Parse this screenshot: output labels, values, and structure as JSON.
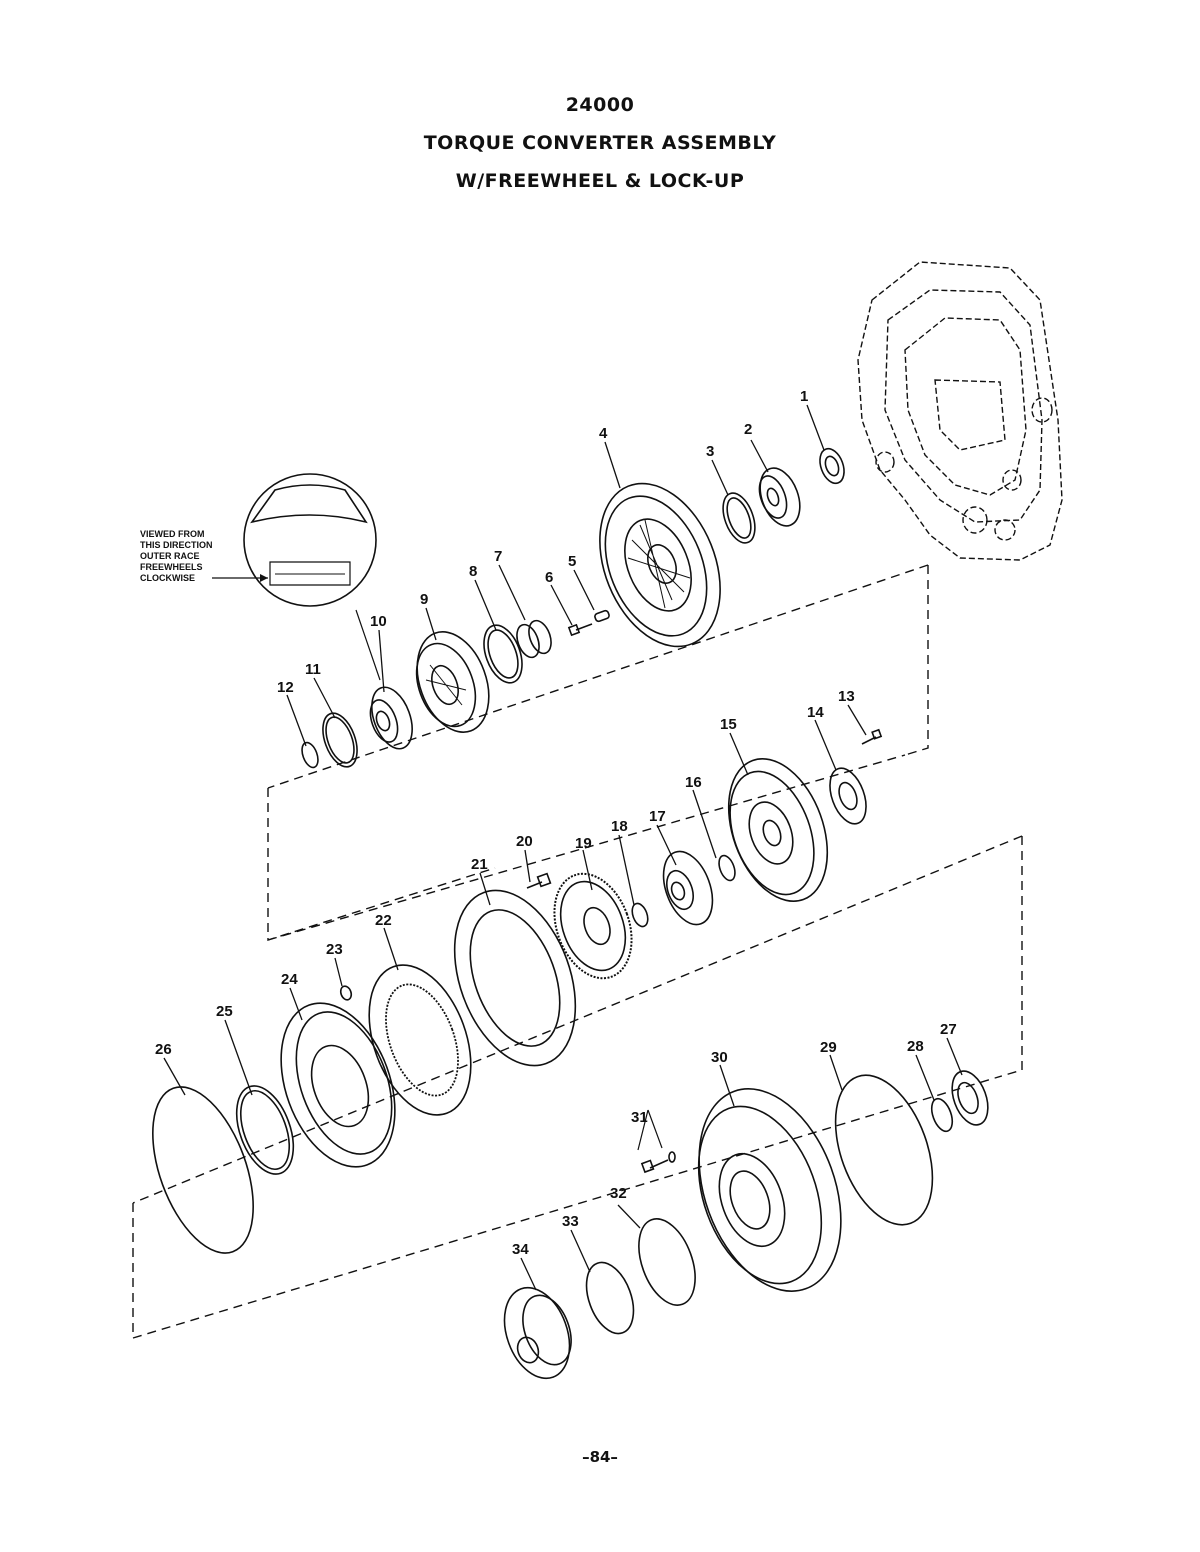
{
  "title": {
    "line1": "24000",
    "line2": "TORQUE CONVERTER ASSEMBLY",
    "line3": "W/FREEWHEEL & LOCK-UP"
  },
  "callout": {
    "lines": [
      "VIEWED FROM",
      "THIS DIRECTION",
      "OUTER RACE",
      "FREEWHEELS",
      "CLOCKWISE"
    ]
  },
  "parts": [
    "1",
    "2",
    "3",
    "4",
    "5",
    "6",
    "7",
    "8",
    "9",
    "10",
    "11",
    "12",
    "13",
    "14",
    "15",
    "16",
    "17",
    "18",
    "19",
    "20",
    "21",
    "22",
    "23",
    "24",
    "25",
    "26",
    "27",
    "28",
    "29",
    "30",
    "31",
    "32",
    "33",
    "34"
  ],
  "page_number": "–84–"
}
